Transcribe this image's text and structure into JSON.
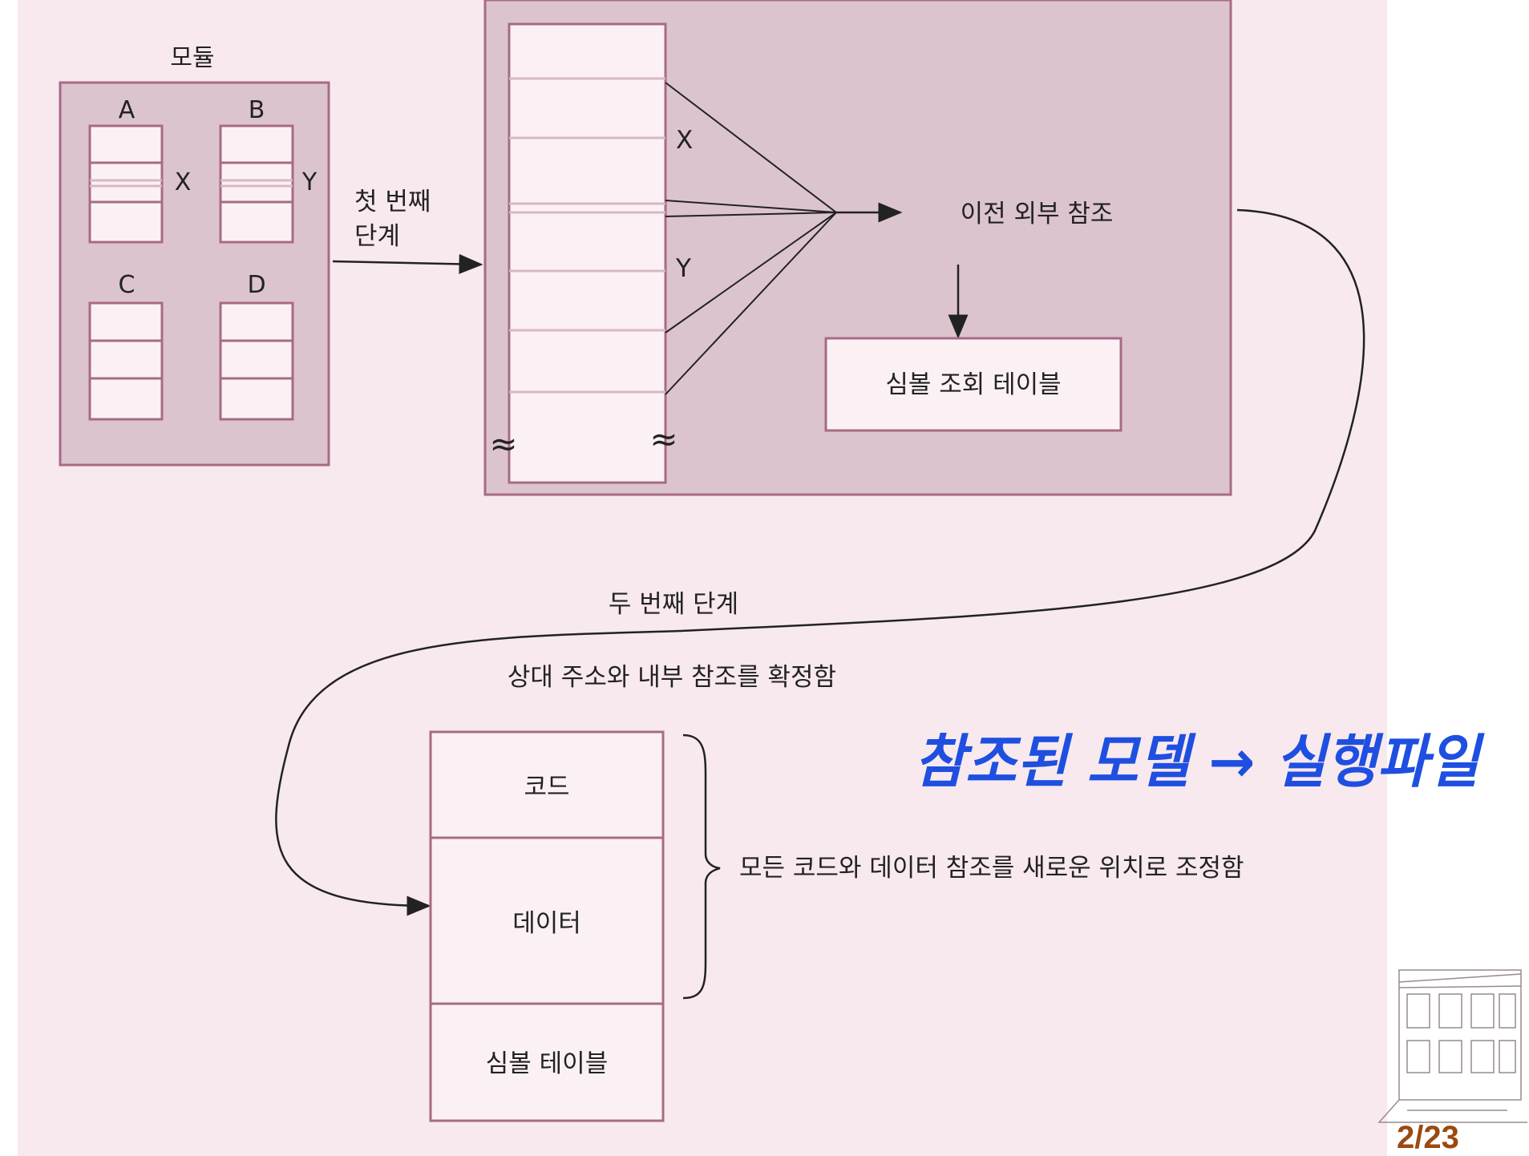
{
  "module": {
    "title": "모듈",
    "labels": [
      "A",
      "B",
      "C",
      "D"
    ],
    "refs": [
      "X",
      "Y"
    ]
  },
  "stage1": {
    "label_line1": "첫 번째",
    "label_line2": "단계",
    "table_refs": [
      "X",
      "Y"
    ],
    "prev_external_ref": "이전 외부 참조",
    "symbol_lookup_table": "심볼 조회 테이블"
  },
  "stage2": {
    "label": "두 번째 단계",
    "description": "상대 주소와 내부 참조를 확정함"
  },
  "output": {
    "segments": [
      "코드",
      "데이터",
      "심볼 테이블"
    ],
    "note": "모든 코드와 데이터 참조를 새로운 위치로 조정함"
  },
  "handwritten_note": "참조된 모델 → 실행파일",
  "page_number": "2/23",
  "colors": {
    "background": "#f8e9ee",
    "box_fill": "#dcc4cf",
    "inner_fill": "#fbf1f5",
    "border": "#a86a85",
    "annotation": "#1e4fe0",
    "page_number": "#9a4a10"
  }
}
